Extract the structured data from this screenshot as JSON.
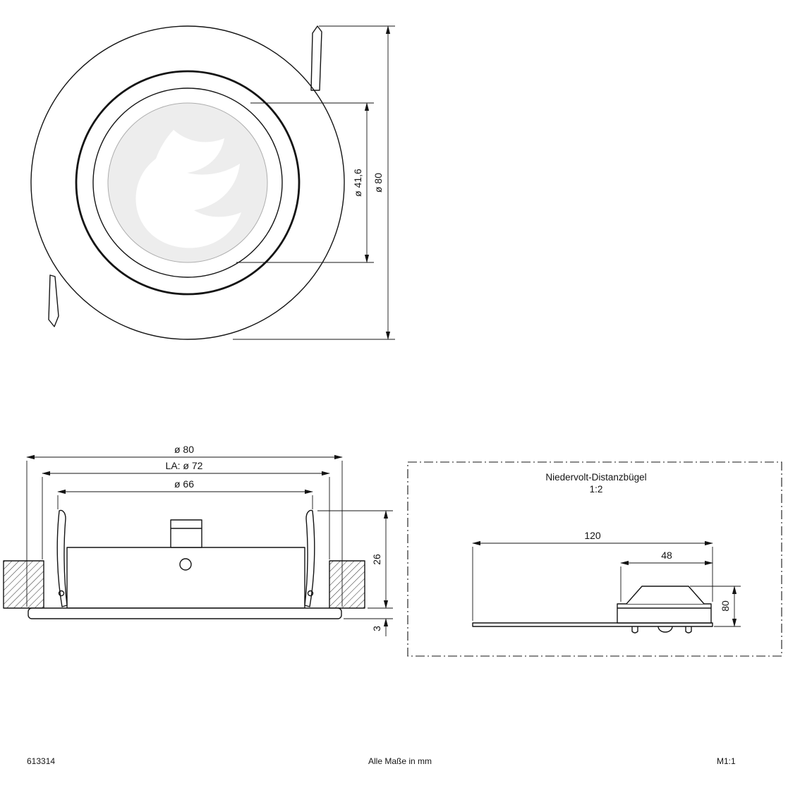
{
  "front_view": {
    "dim_glass_diameter": "ø 41,6",
    "dim_outer_diameter": "ø 80"
  },
  "section_view": {
    "dim_outer_diameter": "ø 80",
    "dim_cutout": "LA: ø 72",
    "dim_body_diameter": "ø 66",
    "dim_recess_depth": "26",
    "dim_flange_height": "3"
  },
  "detail_box": {
    "title": "Niedervolt-Distanzbügel",
    "scale": "1:2",
    "dim_length": "120",
    "dim_bracket_width": "48",
    "dim_height": "80"
  },
  "footer": {
    "article_number": "613314",
    "units_note": "Alle Maße in mm",
    "drawing_scale": "M1:1"
  },
  "colors": {
    "line": "#141414",
    "glass_fill": "#ededed"
  }
}
